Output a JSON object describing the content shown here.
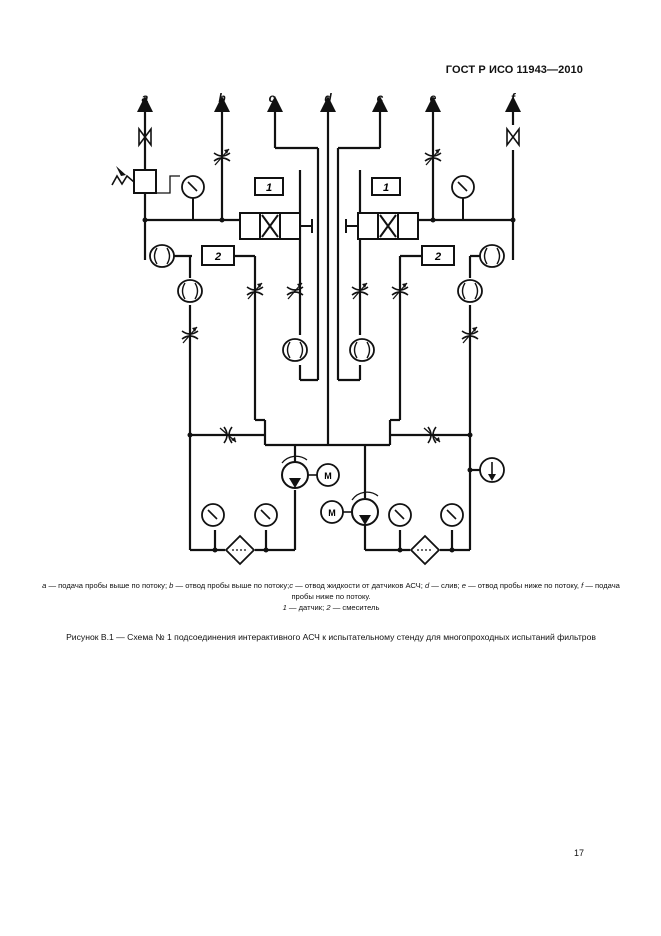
{
  "header": {
    "standard": "ГОСТ Р ИСО 11943—2010"
  },
  "diagram": {
    "top_labels": [
      "a",
      "b",
      "c",
      "d",
      "c",
      "e",
      "f"
    ],
    "sensor_label": "1",
    "mixer_label": "2",
    "motor_label": "M"
  },
  "legend": {
    "a_key": "a",
    "a_text": " — подача пробы выше по потоку; ",
    "b_key": "b",
    "b_text": " — отвод пробы выше по потоку;",
    "c_key": "c",
    "c_text": " — отвод жидкости от датчиков АСЧ; ",
    "d_key": "d",
    "d_text": " — слив; ",
    "e_key": "e",
    "e_text": " — отвод пробы ниже по потоку, ",
    "f_key": "f",
    "f_text": " — подача пробы ниже по потоку.",
    "n1_key": "1",
    "n1_text": " — датчик; ",
    "n2_key": "2",
    "n2_text": " — смеситель"
  },
  "caption": "Рисунок В.1 — Схема № 1 подсоединения интерактивного АСЧ к испытательному стенду для многопроходных испытаний фильтров",
  "page_number": "17"
}
